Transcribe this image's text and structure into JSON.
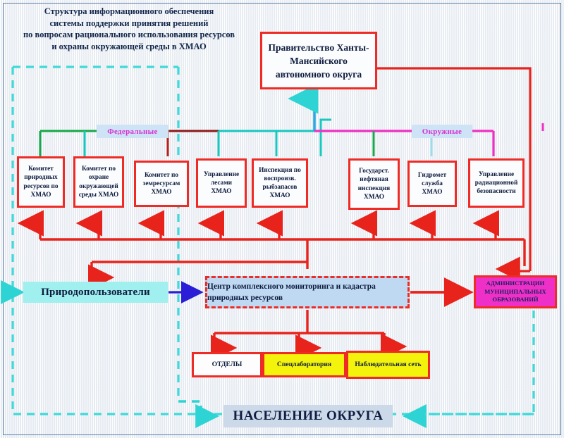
{
  "diagram": {
    "title_lines": [
      "Структура информационного обеспечения",
      "системы поддержки принятия решений",
      "по вопросам рационального использования ресурсов",
      "и охраны окружающей среды в ХМАО"
    ],
    "government": "Правительство Ханты-Мансийского автономного округа",
    "group_labels": {
      "federal": "Федеральные",
      "okrug": "Окружные"
    },
    "agencies": [
      {
        "name": "Комитет природных ресурсов по ХМАО",
        "group": "federal"
      },
      {
        "name": "Комитет по охране окружающей среды ХМАО",
        "group": "federal"
      },
      {
        "name": "Комитет по земресурсам ХМАО",
        "group": "federal"
      },
      {
        "name": "Управление лесами ХМАО",
        "group": "federal"
      },
      {
        "name": "Инспекция по воспроизв. рыбзапасов ХМАО",
        "group": "federal"
      },
      {
        "name": "Государст. нефтяная инспекция ХМАО",
        "group": "okrug"
      },
      {
        "name": "Гидромет служба ХМАО",
        "group": "okrug"
      },
      {
        "name": "Управление радиационной безопасности",
        "group": "okrug"
      }
    ],
    "nature_users": "Природопользователи",
    "center": "Центр комплексного мониторинга и кадастра природных ресурсов",
    "administrations": "АДМИНИСТРАЦИИ МУНИЦИПАЛЬНЫХ ОБРАЗОВАНИЙ",
    "center_units": [
      "ОТДЕЛЫ",
      "Спецлаборатория",
      "Наблюдательная сеть"
    ],
    "population": "НАСЕЛЕНИЕ ОКРУГА",
    "colors": {
      "box_border_red": "#ee2b24",
      "flow_red": "#e8231c",
      "dashed_cyan": "#3fd9d9",
      "label_magenta": "#d62fd0",
      "okrug_line_magenta": "#ee30c4",
      "federal_line_green": "#16a84a",
      "federal_line_teal": "#16c8c0",
      "federal_line_darkred": "#8c1b1b",
      "nature_fill_cyan": "#9ff0ee",
      "center_fill_blue": "#bfd9f2",
      "admin_fill_magenta": "#ef30c8",
      "unit_fill_yellow": "#f3f30c",
      "population_fill": "#ccd9e8",
      "title_text": "#12264a"
    }
  }
}
